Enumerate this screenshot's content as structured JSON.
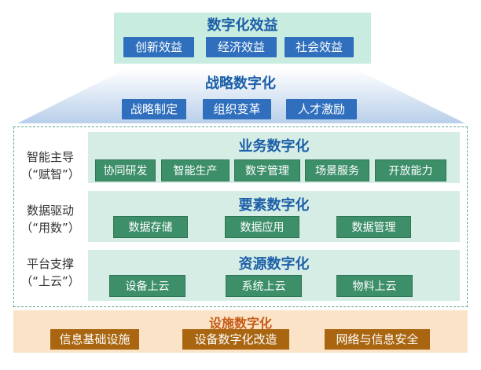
{
  "top": {
    "title": "数字化效益",
    "items": [
      "创新效益",
      "经济效益",
      "社会效益"
    ]
  },
  "strategy": {
    "title": "战略数字化",
    "items": [
      "战略制定",
      "组织变革",
      "人才激励"
    ]
  },
  "left_labels": [
    {
      "line1": "智能主导",
      "line2": "（“赋智”）"
    },
    {
      "line1": "数据驱动",
      "line2": "（“用数”）"
    },
    {
      "line1": "平台支撑",
      "line2": "（“上云”）"
    }
  ],
  "layers": [
    {
      "title": "业务数字化",
      "items": [
        "协同研发",
        "智能生产",
        "数字管理",
        "场景服务",
        "开放能力"
      ]
    },
    {
      "title": "要素数字化",
      "items": [
        "数据存储",
        "数据应用",
        "数据管理"
      ]
    },
    {
      "title": "资源数字化",
      "items": [
        "设备上云",
        "系统上云",
        "物料上云"
      ]
    }
  ],
  "infra": {
    "title": "设施数字化",
    "items": [
      "信息基础设施",
      "设备数字化改造",
      "网络与信息安全"
    ]
  },
  "colors": {
    "benefit_bg": "#c8ecdf",
    "blue_button": "#2f6fbd",
    "green_button": "#3d8f6a",
    "layer_bg": "#d6ede6",
    "infra_bg": "#fbe3c8",
    "brown_button": "#a9650f",
    "dashed_border": "#5aa88a"
  }
}
